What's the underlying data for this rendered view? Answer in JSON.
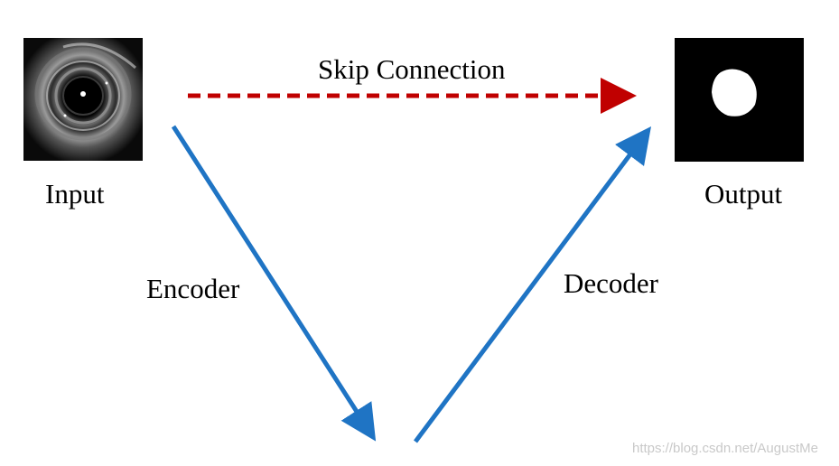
{
  "labels": {
    "input": "Input",
    "output": "Output",
    "skip_connection": "Skip Connection",
    "encoder": "Encoder",
    "decoder": "Decoder"
  },
  "watermark": "https://blog.csdn.net/AugustMe",
  "colors": {
    "encoder_decoder_arrow": "#1f74c4",
    "skip_arrow": "#c00000",
    "image_background": "#000000"
  }
}
